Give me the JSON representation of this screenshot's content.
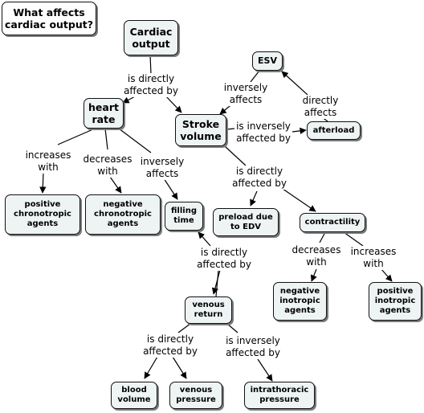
{
  "title": "What affects\ncardiac output?",
  "nodes": {
    "cardiac_output": "Cardiac\noutput",
    "esv": "ESV",
    "heart_rate": "heart\nrate",
    "stroke_volume": "Stroke\nvolume",
    "afterload": "afterload",
    "positive_chronotropic": "positive\nchronotropic\nagents",
    "negative_chronotropic": "negative\nchronotropic\nagents",
    "filling_time": "filling\ntime",
    "preload": "preload due\nto EDV",
    "contractility": "contractility",
    "negative_inotropic": "negative\ninotropic\nagents",
    "positive_inotropic": "positive\ninotropic\nagents",
    "venous_return": "venous\nreturn",
    "blood_volume": "blood\nvolume",
    "venous_pressure": "venous\npressure",
    "intrathoracic_pressure": "intrathoracic\npressure"
  },
  "links": {
    "co_directly": "is directly\naffected by",
    "esv_inversely": "inversely\naffects",
    "afterload_directly": "directly\naffects",
    "sv_inversely": "is inversely\naffected by",
    "hr_increases": "increases\nwith",
    "hr_decreases": "decreases\nwith",
    "hr_inversely": "inversely\naffects",
    "sv_directly": "is directly\naffected by",
    "vr_directly": "is directly\naffected by",
    "contr_decreases": "decreases\nwith",
    "contr_increases": "increases\nwith",
    "vr_directly2": "is directly\naffected by",
    "vr_inversely": "is inversely\naffected by"
  }
}
